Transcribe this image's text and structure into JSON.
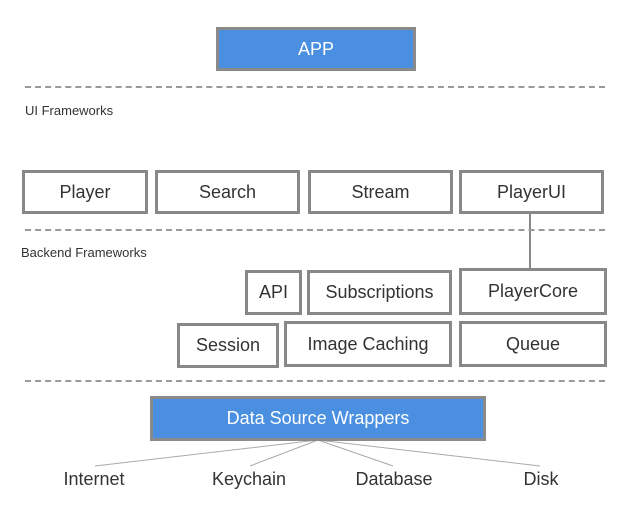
{
  "app": {
    "label": "APP"
  },
  "sections": {
    "ui_frameworks": "UI Frameworks",
    "backend_frameworks": "Backend Frameworks"
  },
  "ui_modules": [
    "Player",
    "Search",
    "Stream",
    "PlayerUI"
  ],
  "backend_modules": {
    "api": "API",
    "subscriptions": "Subscriptions",
    "player_core": "PlayerCore",
    "session": "Session",
    "image_caching": "Image Caching",
    "queue": "Queue"
  },
  "data_layer": {
    "label": "Data Source Wrappers"
  },
  "data_sources": [
    "Internet",
    "Keychain",
    "Database",
    "Disk"
  ],
  "colors": {
    "accent": "#4a8fe0",
    "border": "#888888",
    "text": "#333333"
  }
}
